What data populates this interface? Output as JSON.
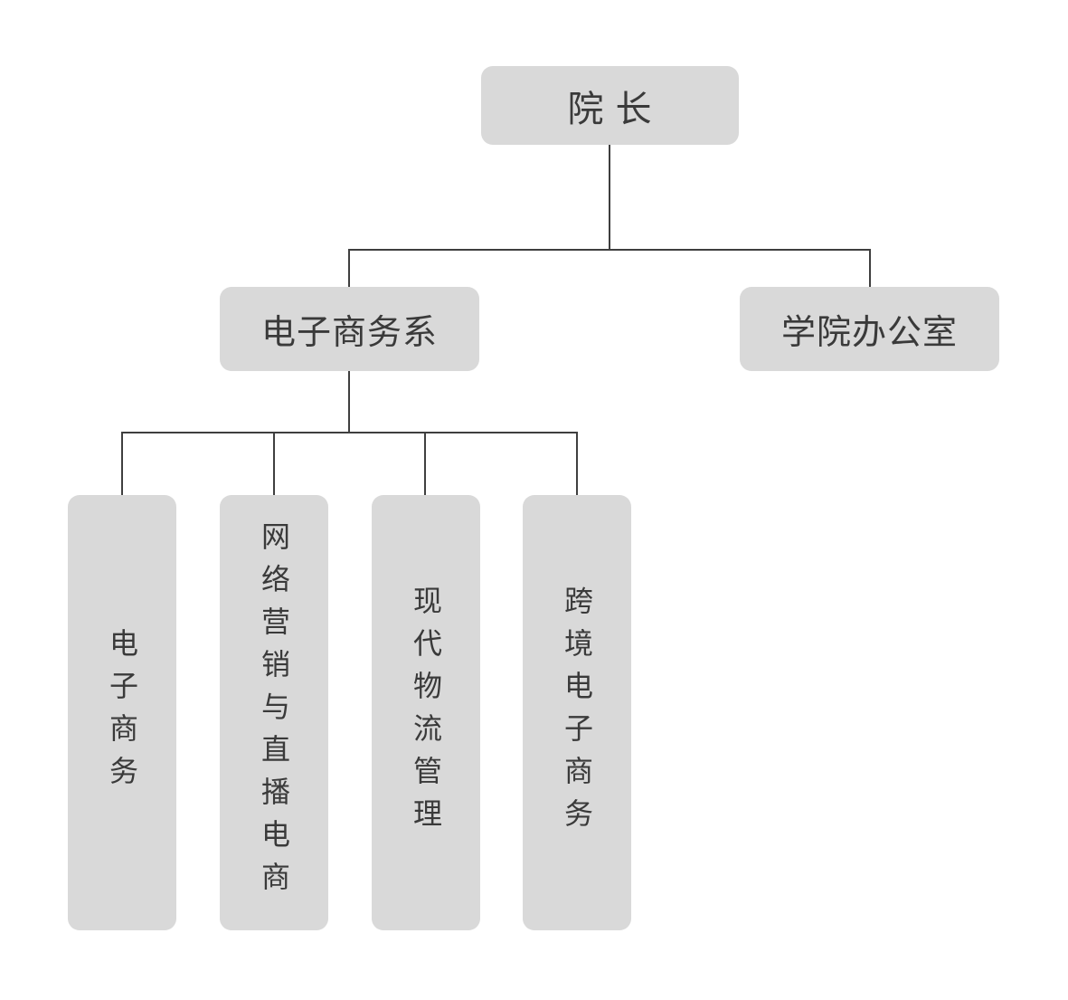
{
  "diagram": {
    "type": "org-chart",
    "colors": {
      "background": "#ffffff",
      "node_fill": "#d9d9d9",
      "text": "#3a3a3a",
      "line": "#3f3f3f"
    },
    "nodes": {
      "dean": {
        "label": "院 长",
        "level": 1,
        "text_orientation": "horizontal"
      },
      "ecommerce_dept": {
        "label": "电子商务系",
        "level": 2,
        "text_orientation": "horizontal"
      },
      "college_office": {
        "label": "学院办公室",
        "level": 2,
        "text_orientation": "horizontal"
      },
      "major_ecommerce": {
        "label": "电子商务",
        "level": 3,
        "text_orientation": "vertical"
      },
      "major_marketing": {
        "label": "网络营销与直播电商",
        "level": 3,
        "text_orientation": "vertical"
      },
      "major_logistics": {
        "label": "现代物流管理",
        "level": 3,
        "text_orientation": "vertical"
      },
      "major_crossborder": {
        "label": "跨境电子商务",
        "level": 3,
        "text_orientation": "vertical"
      }
    },
    "edges": [
      {
        "from": "dean",
        "to": "ecommerce_dept"
      },
      {
        "from": "dean",
        "to": "college_office"
      },
      {
        "from": "ecommerce_dept",
        "to": "major_ecommerce"
      },
      {
        "from": "ecommerce_dept",
        "to": "major_marketing"
      },
      {
        "from": "ecommerce_dept",
        "to": "major_logistics"
      },
      {
        "from": "ecommerce_dept",
        "to": "major_crossborder"
      }
    ]
  }
}
